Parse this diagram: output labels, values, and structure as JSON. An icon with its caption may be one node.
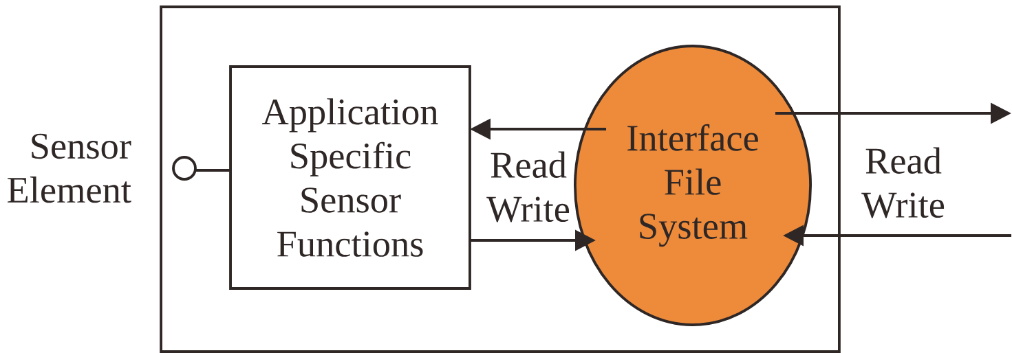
{
  "diagram": {
    "nodes": [
      {
        "text": [],
        "shape": "box"
      },
      {
        "text": [],
        "shape": "circle",
        "beside": [
          "Sensor Element"
        ],
        "in": 0
      },
      {
        "text": [
          "Application Specific Sensor Functions"
        ],
        "in": 0
      },
      {
        "text": [
          "Interface File System"
        ],
        "in": 0
      }
    ],
    "edges": [
      {
        "from": 1,
        "to": 2,
        "arrow": "none"
      },
      {
        "from": 3,
        "to": 2,
        "arrow": "to"
      },
      {
        "from": 2,
        "to": 3,
        "arrow": "to"
      },
      {
        "from": 3,
        "to": null,
        "arrow": "to"
      },
      {
        "from": null,
        "to": 3,
        "arrow": "to"
      }
    ],
    "labels": [
      "Read Write",
      "Read Write"
    ]
  }
}
